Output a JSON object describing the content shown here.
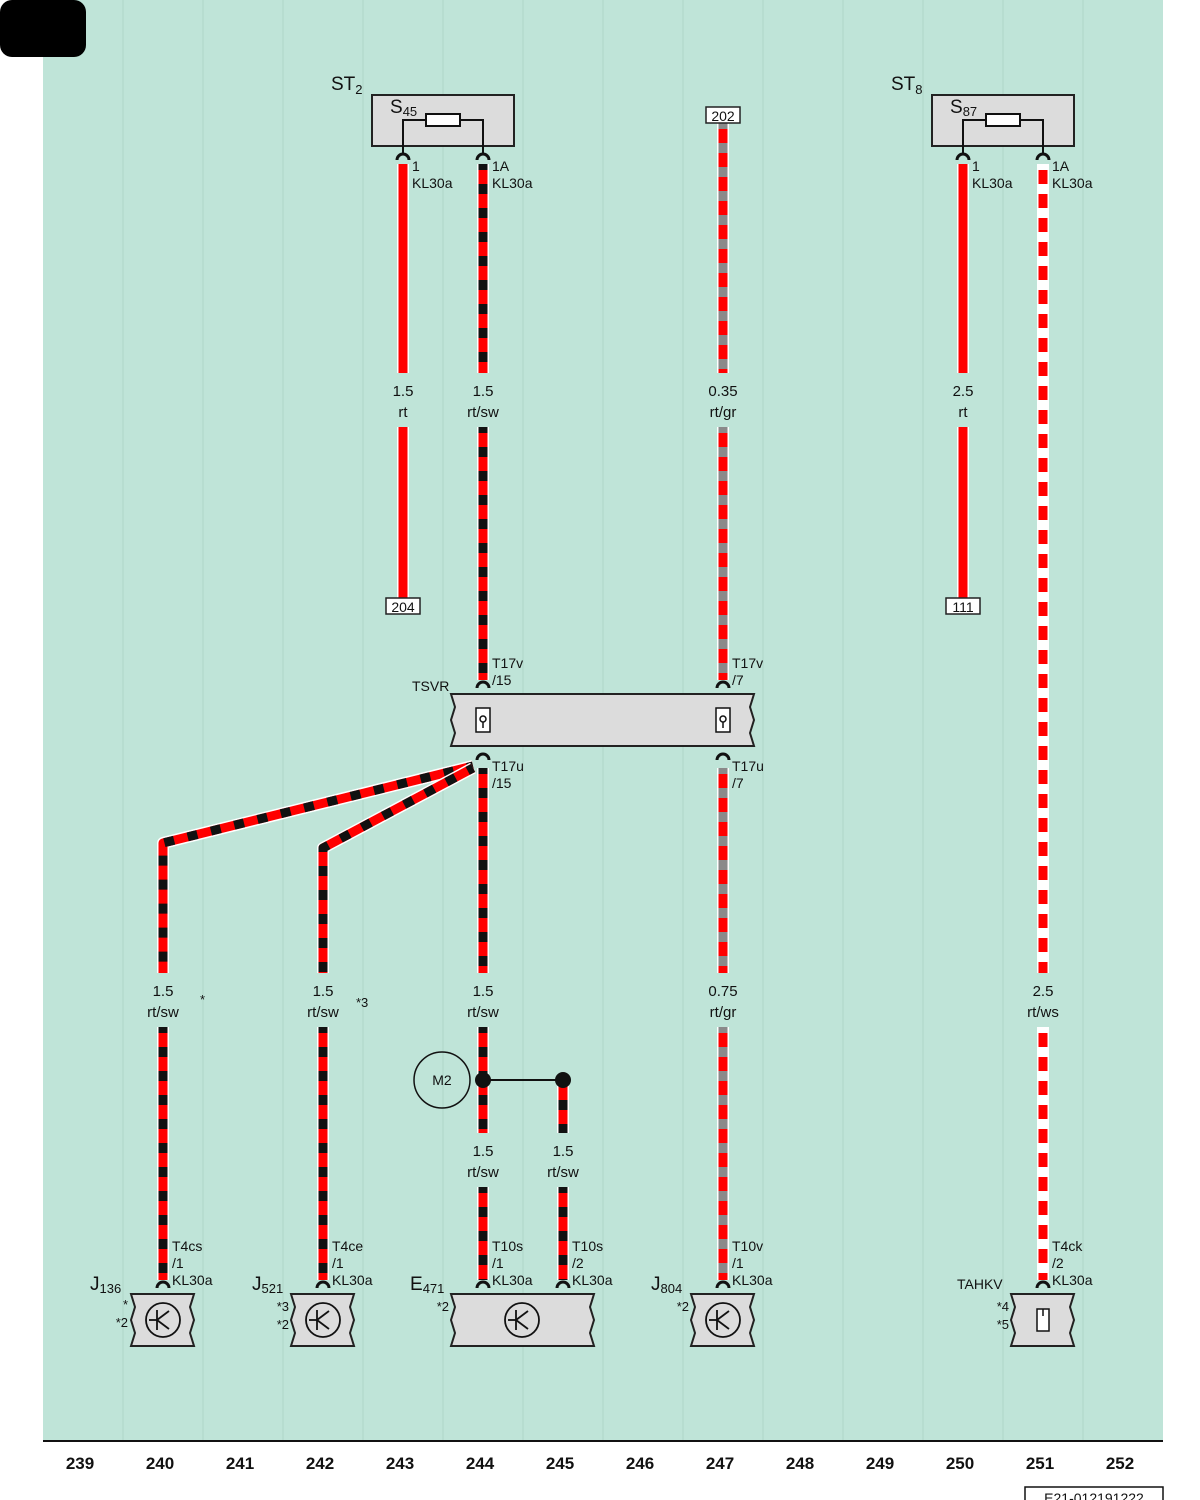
{
  "page_code": "E21-012191222",
  "columns": [
    "239",
    "240",
    "241",
    "242",
    "243",
    "244",
    "245",
    "246",
    "247",
    "248",
    "249",
    "250",
    "251",
    "252"
  ],
  "colors": {
    "background": "#bfe4d8",
    "rt": "#ff0000",
    "sw": "#111111",
    "gr": "#8a8a8a",
    "ws": "#ffffff"
  },
  "fuse_blocks": [
    {
      "title_main": "ST",
      "title_sub": "2",
      "fuse_main": "S",
      "fuse_sub": "45",
      "pin_left_line1": "1",
      "pin_left_line2": "KL30a",
      "pin_right_line1": "1A",
      "pin_right_line2": "KL30a"
    },
    {
      "title_main": "ST",
      "title_sub": "8",
      "fuse_main": "S",
      "fuse_sub": "87",
      "pin_left_line1": "1",
      "pin_left_line2": "KL30a",
      "pin_right_line1": "1A",
      "pin_right_line2": "KL30a"
    }
  ],
  "references": [
    "202",
    "204",
    "111"
  ],
  "gauges": [
    {
      "size": "1.5",
      "color": "rt"
    },
    {
      "size": "1.5",
      "color": "rt/sw"
    },
    {
      "size": "0.35",
      "color": "rt/gr"
    },
    {
      "size": "2.5",
      "color": "rt"
    },
    {
      "size": "1.5",
      "color": "rt/sw"
    },
    {
      "size": "1.5",
      "color": "rt/sw"
    },
    {
      "size": "1.5",
      "color": "rt/sw"
    },
    {
      "size": "0.75",
      "color": "rt/gr"
    },
    {
      "size": "2.5",
      "color": "rt/ws"
    },
    {
      "size": "1.5",
      "color": "rt/sw"
    },
    {
      "size": "1.5",
      "color": "rt/sw"
    }
  ],
  "footnotes": [
    "*",
    "*3"
  ],
  "connector_block": {
    "name": "TSVR",
    "top_left": [
      "T17v",
      "/15"
    ],
    "top_right": [
      "T17v",
      "/7"
    ],
    "bottom_left": [
      "T17u",
      "/15"
    ],
    "bottom_right": [
      "T17u",
      "/7"
    ]
  },
  "splice": "M2",
  "components": [
    {
      "name_main": "J",
      "name_sub": "136",
      "pin": [
        "T4cs",
        "/1",
        "KL30a"
      ],
      "notes": [
        "*",
        "*2"
      ]
    },
    {
      "name_main": "J",
      "name_sub": "521",
      "pin": [
        "T4ce",
        "/1",
        "KL30a"
      ],
      "notes": [
        "*3",
        "*2"
      ]
    },
    {
      "name_main": "E",
      "name_sub": "471",
      "pin": [
        "T10s",
        "/1",
        "KL30a"
      ],
      "pin2": [
        "T10s",
        "/2",
        "KL30a"
      ],
      "notes": [
        "*2"
      ]
    },
    {
      "name_main": "J",
      "name_sub": "804",
      "pin": [
        "T10v",
        "/1",
        "KL30a"
      ],
      "notes": [
        "*2"
      ]
    },
    {
      "name_main": "TAHKV",
      "name_sub": "",
      "pin": [
        "T4ck",
        "/2",
        "KL30a"
      ],
      "notes": [
        "*4",
        "*5"
      ]
    }
  ]
}
